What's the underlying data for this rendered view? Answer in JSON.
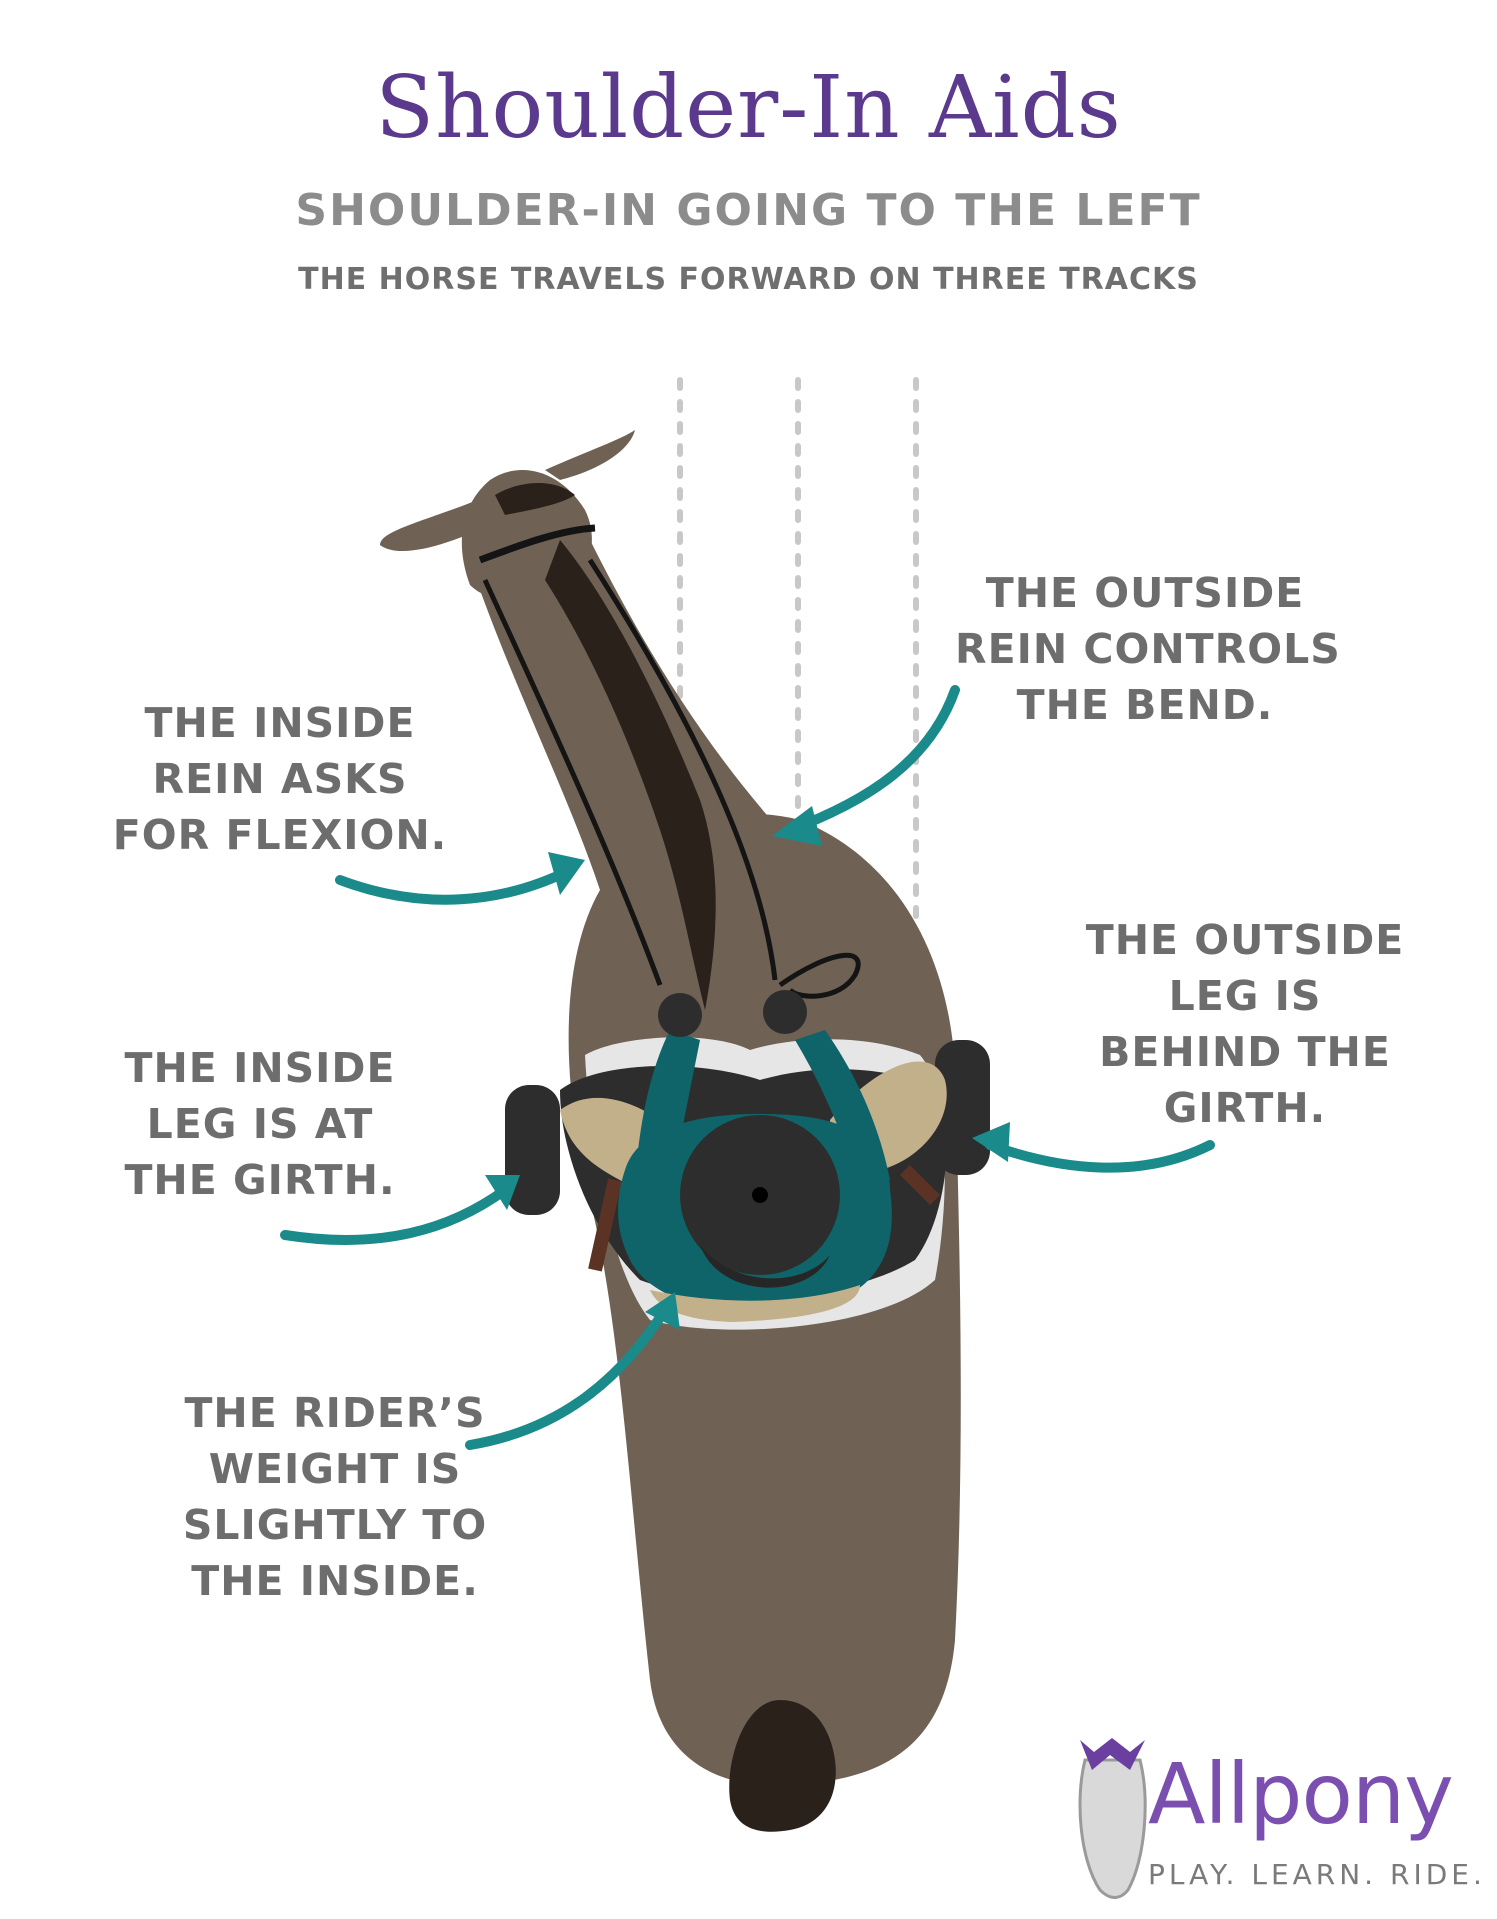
{
  "header": {
    "title": "Shoulder-In Aids",
    "subtitle": "SHOULDER-IN GOING TO THE LEFT",
    "caption": "THE HORSE TRAVELS FORWARD ON THREE TRACKS"
  },
  "callouts": {
    "outside_rein": [
      "THE OUTSIDE",
      "REIN CONTROLS",
      "THE BEND."
    ],
    "inside_rein": [
      "THE INSIDE",
      "REIN ASKS",
      "FOR FLEXION."
    ],
    "outside_leg": [
      "THE OUTSIDE",
      "LEG IS",
      "BEHIND THE",
      "GIRTH."
    ],
    "inside_leg": [
      "THE INSIDE",
      "LEG IS AT",
      "THE GIRTH."
    ],
    "rider_weight": [
      "THE RIDER’S",
      "WEIGHT IS",
      "SLIGHTLY TO",
      "THE INSIDE."
    ]
  },
  "brand": {
    "name": "Allpony",
    "tagline": "PLAY. LEARN. RIDE."
  },
  "colors": {
    "title": "#5b3a8e",
    "arrow": "#1a8a8a",
    "horse": "#6f6154",
    "mane": "#2a211b",
    "rider_jacket": "#0e6468",
    "breeches": "#c2b08a",
    "saddle_pad": "#e6e6e6",
    "text": "#6d6d6d"
  }
}
